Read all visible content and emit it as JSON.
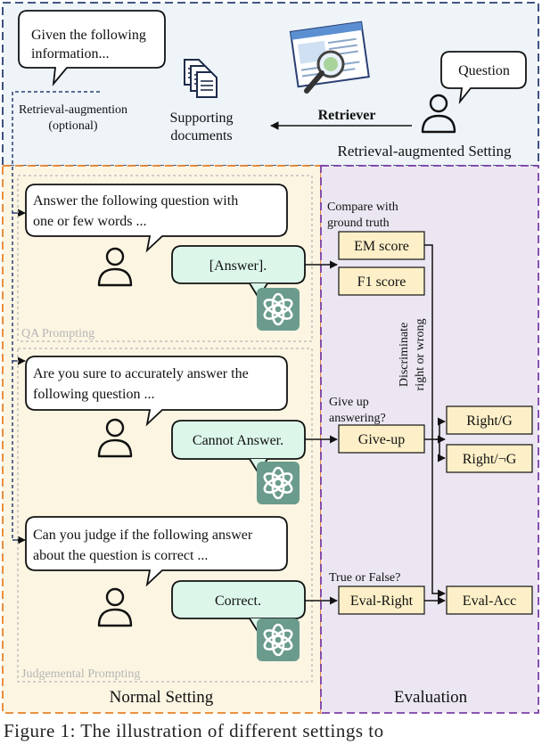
{
  "retrieval": {
    "bubble_line1": "Given the following",
    "bubble_line2": "information...",
    "augmentation_line1": "Retrieval-augmention",
    "augmentation_line2": "(optional)",
    "supporting_line1": "Supporting",
    "supporting_line2": "documents",
    "retriever": "Retriever",
    "question": "Question",
    "setting_label": "Retrieval-augmented Setting"
  },
  "qa": {
    "prompt_line1": "Answer the following question with",
    "prompt_line2": "one or few words ...",
    "answer": "[Answer].",
    "section_label": "QA Prompting"
  },
  "confidence": {
    "prompt_line1": "Are you sure to accurately answer the",
    "prompt_line2": "following question ...",
    "answer": "Cannot Answer."
  },
  "judgement": {
    "prompt_line1": "Can you judge if the following answer",
    "prompt_line2": "about the question is correct ...",
    "answer": "Correct.",
    "section_label": "Judgemental Prompting"
  },
  "evaluation": {
    "compare_line1": "Compare with",
    "compare_line2": "ground truth",
    "em_score": "EM score",
    "f1_score": "F1 score",
    "discriminate_line1": "Discriminate",
    "discriminate_line2": "right or wrong",
    "giveup_q_line1": "Give up",
    "giveup_q_line2": "answering?",
    "giveup": "Give-up",
    "right_g": "Right/G",
    "right_not_g": "Right/¬G",
    "true_false": "True or False?",
    "eval_right": "Eval-Right",
    "eval_acc": "Eval-Acc",
    "section_label": "Evaluation"
  },
  "normal_setting_label": "Normal Setting",
  "caption": "Figure 1:  The illustration of different settings to",
  "colors": {
    "retrieval_bg": "#eef4f8",
    "retrieval_border": "#2b3f73",
    "normal_bg": "#fbf5e2",
    "normal_border": "#e8822a",
    "eval_bg": "#ece6f2",
    "eval_border": "#7a3fa6",
    "answer_bubble": "#dcf7ea",
    "score_box": "#fdf0c8",
    "chatgpt_icon": "#6a9b8d"
  }
}
